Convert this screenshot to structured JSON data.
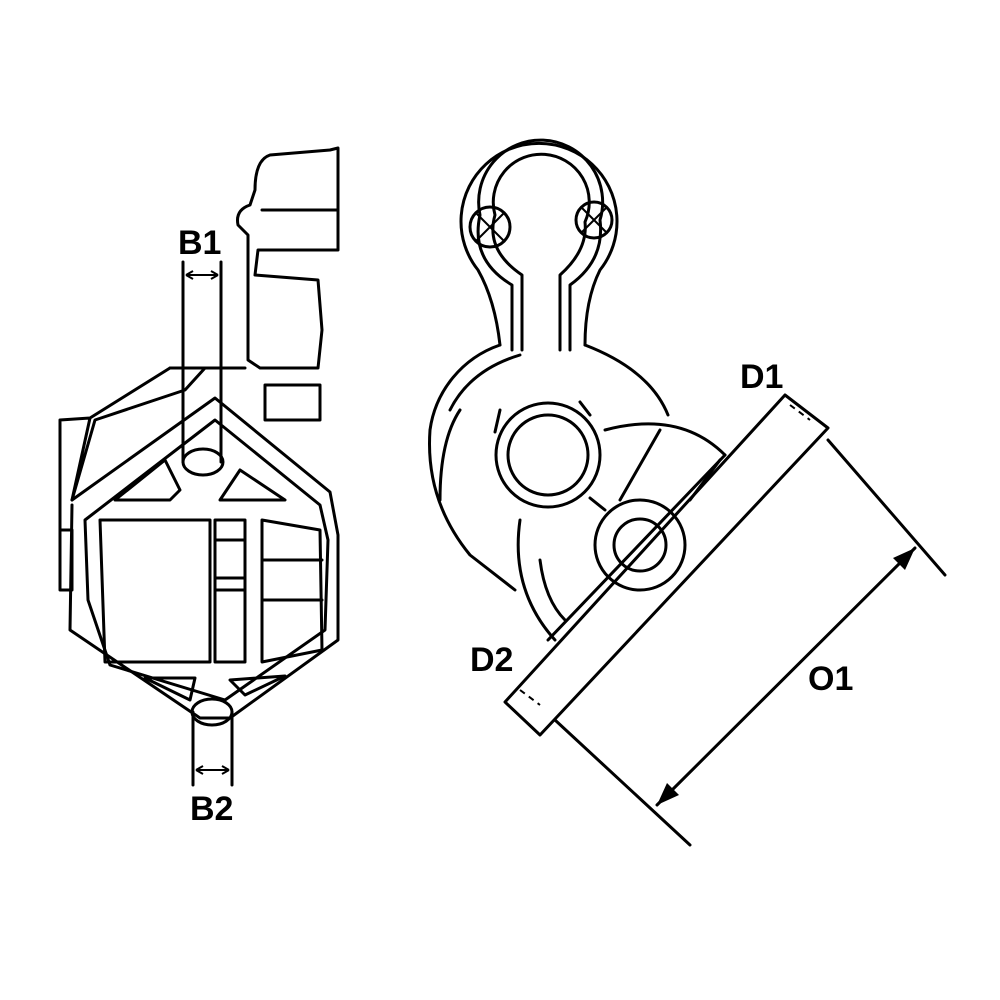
{
  "labels": {
    "b1": "B1",
    "b2": "B2",
    "d1": "D1",
    "d2": "D2",
    "o1": "O1"
  },
  "colors": {
    "line": "#000000",
    "background": "#ffffff"
  }
}
